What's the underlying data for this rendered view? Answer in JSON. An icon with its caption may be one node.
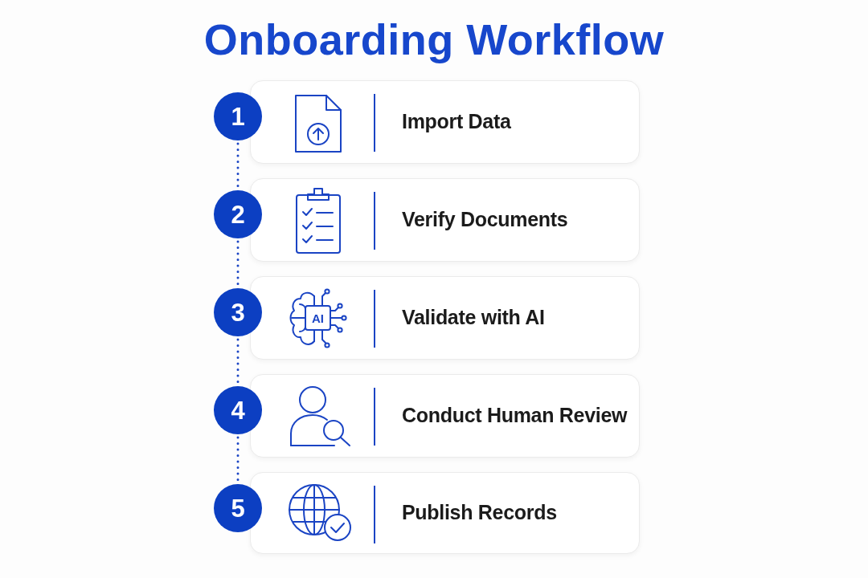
{
  "diagram": {
    "title": "Onboarding Workflow",
    "nodes": [
      {
        "text": [
          "1"
        ]
      },
      {
        "text": [
          "Import Data"
        ]
      },
      {
        "text": [
          "2"
        ]
      },
      {
        "text": [
          "Verify Documents"
        ]
      },
      {
        "text": [
          "3"
        ]
      },
      {
        "text": [
          "Validate with AI"
        ]
      },
      {
        "text": [
          "4"
        ]
      },
      {
        "text": [
          "Conduct Human Review"
        ]
      },
      {
        "text": [
          "5"
        ]
      },
      {
        "text": [
          "Publish Records"
        ]
      }
    ],
    "edges": [
      {
        "from": 0,
        "to": 2,
        "arrow": "none",
        "style": "dashed"
      },
      {
        "from": 2,
        "to": 4,
        "arrow": "none",
        "style": "dashed"
      },
      {
        "from": 4,
        "to": 6,
        "arrow": "none",
        "style": "dashed"
      },
      {
        "from": 6,
        "to": 8,
        "arrow": "none",
        "style": "dashed"
      }
    ],
    "labels": [
      "AI"
    ]
  }
}
